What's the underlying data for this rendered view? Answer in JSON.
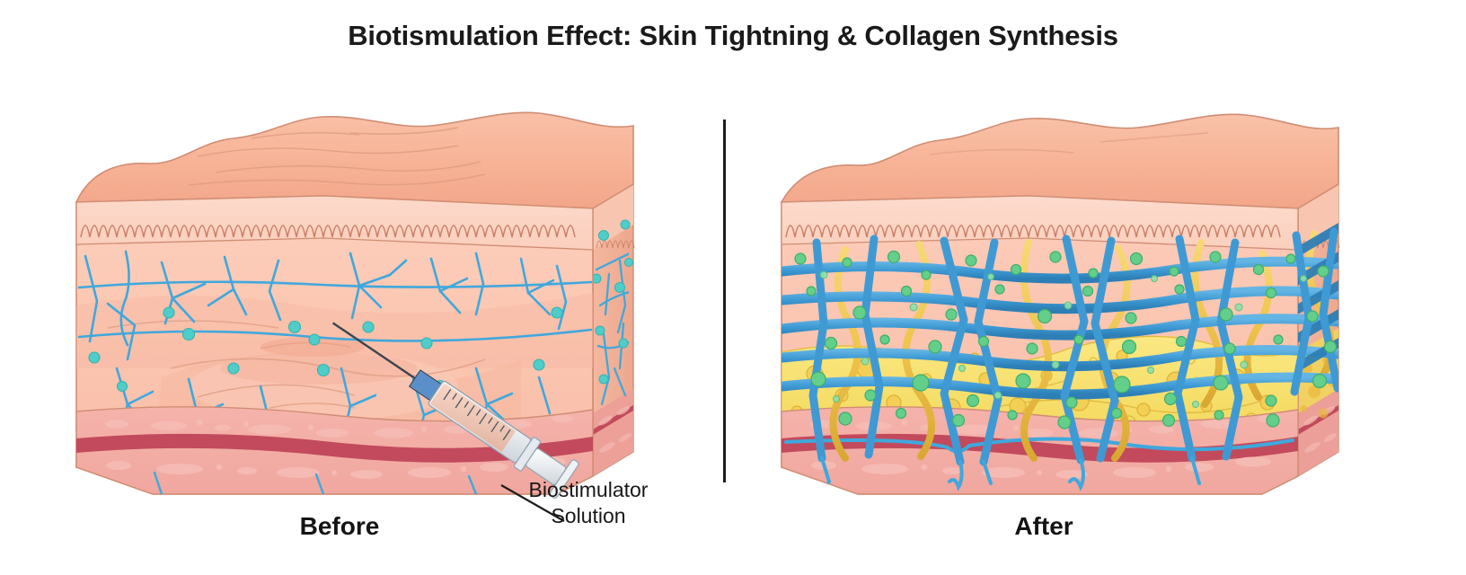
{
  "title": "Biotismulation Effect: Skin Tightning & Collagen Synthesis",
  "captions": {
    "before": "Before",
    "after": "After"
  },
  "callout": {
    "line1": "Biostimulator",
    "line2": "Solution"
  },
  "colors": {
    "epidermis_top": "#f7b69c",
    "epidermis_side": "#fbd3c4",
    "epidermis_right": "#f0ad95",
    "dermis": "#fbc9b4",
    "dermis_right": "#f3b39c",
    "muscle": "#f3aea6",
    "muscle_right": "#e79a93",
    "muscle_band": "#c24a5c",
    "fat": "#f8e274",
    "fat_right": "#eed25e",
    "adipocyte": "#e8b93f",
    "collagen_blue": "#3f9ad4",
    "vessel_blue": "#3fa8dd",
    "elastin_yellow": "#eec34c",
    "fibroblast_green": "#63cf8b",
    "fibroblast_teal": "#4ecdc9",
    "outline": "#d08d74",
    "divider": "#1d1d1d",
    "text": "#141414",
    "syringe_body": "#f4f6f8",
    "needle": "#3a4550",
    "background": "#ffffff"
  },
  "panels": {
    "before": {
      "name": "before-skin-block",
      "layers": [
        "epidermis",
        "dermis",
        "hypodermis",
        "muscle"
      ],
      "features": [
        "wrinkles",
        "sagging-dermis",
        "sparse-vessels",
        "scattered-fibroblasts",
        "syringe-injection"
      ]
    },
    "after": {
      "name": "after-skin-block",
      "layers": [
        "epidermis",
        "dermis",
        "subcutaneous-fat",
        "muscle"
      ],
      "features": [
        "dense-collagen-network",
        "elastin-fibers",
        "abundant-fibroblasts",
        "smooth-surface",
        "thick-fat-layer"
      ]
    }
  },
  "legend_semantics": {
    "blue_fibers": "collagen",
    "yellow_fibers": "elastin",
    "green_dots": "fibroblasts",
    "teal_dots": "fibroblasts",
    "yellow_layer": "subcutaneous fat",
    "pink_band": "muscle"
  }
}
